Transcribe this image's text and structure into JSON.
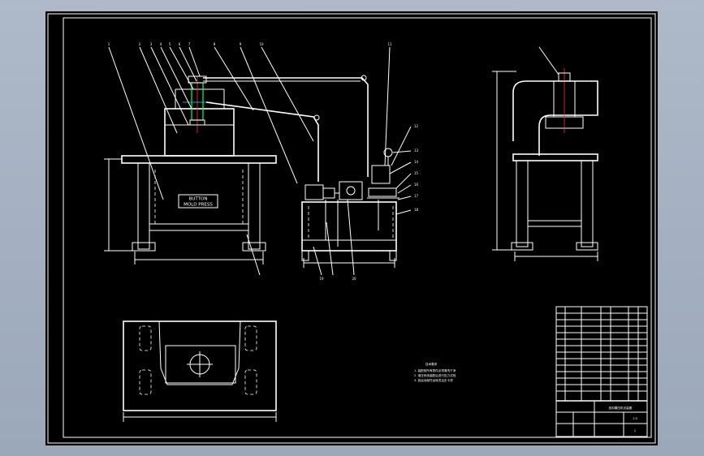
{
  "drawing": {
    "nameplate_line1": "BUTTON",
    "nameplate_line2": "MOLD PRESS",
    "notes_title": "技术要求",
    "notes": [
      "1. 装配前所有零件必须清洗干净",
      "2. 液压系统装配后进行压力试验",
      "3. 各运动部件运转灵活无卡滞"
    ],
    "part_numbers": [
      "1",
      "2",
      "3",
      "4",
      "5",
      "6",
      "7",
      "8",
      "9",
      "10",
      "11",
      "12",
      "13",
      "14",
      "15",
      "16",
      "17",
      "18",
      "19",
      "20"
    ],
    "title_block": {
      "title": "纽扣模压机总装图",
      "scale": "1:5",
      "sheet": "1"
    }
  },
  "colors": {
    "sheet_bg": "#000000",
    "lines": "#ffffff",
    "hydraulic": "#00e5ff",
    "highlight": "#00ff66",
    "center": "#ff3030"
  }
}
